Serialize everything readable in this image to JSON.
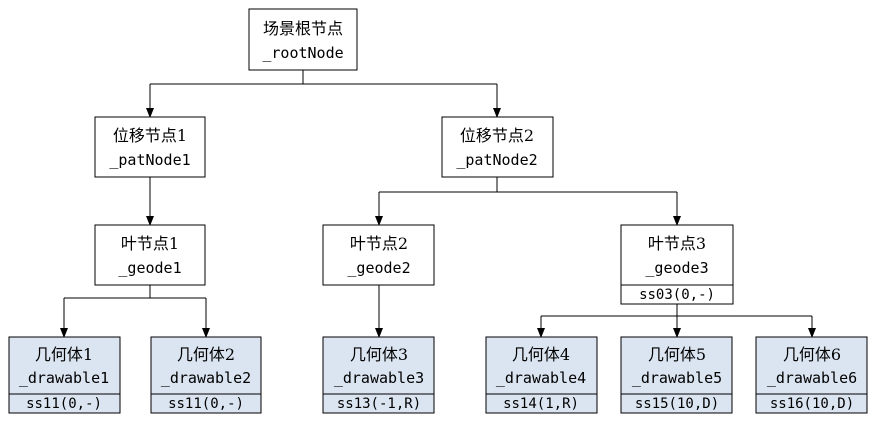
{
  "nodes": {
    "root": {
      "title": "场景根节点",
      "id": "_rootNode"
    },
    "pat1": {
      "title": "位移节点1",
      "id": "_patNode1"
    },
    "pat2": {
      "title": "位移节点2",
      "id": "_patNode2"
    },
    "geode1": {
      "title": "叶节点1",
      "id": "_geode1"
    },
    "geode2": {
      "title": "叶节点2",
      "id": "_geode2"
    },
    "geode3": {
      "title": "叶节点3",
      "id": "_geode3",
      "ss": "ss03(0,-)"
    },
    "draw1": {
      "title": "几何体1",
      "id": "_drawable1",
      "ss": "ss11(0,-)"
    },
    "draw2": {
      "title": "几何体2",
      "id": "_drawable2",
      "ss": "ss11(0,-)"
    },
    "draw3": {
      "title": "几何体3",
      "id": "_drawable3",
      "ss": "ss13(-1,R)"
    },
    "draw4": {
      "title": "几何体4",
      "id": "_drawable4",
      "ss": "ss14(1,R)"
    },
    "draw5": {
      "title": "几何体5",
      "id": "_drawable5",
      "ss": "ss15(10,D)"
    },
    "draw6": {
      "title": "几何体6",
      "id": "_drawable6",
      "ss": "ss16(10,D)"
    }
  },
  "colors": {
    "leaf_fill": "#dbe5f1",
    "stroke": "#000000"
  }
}
